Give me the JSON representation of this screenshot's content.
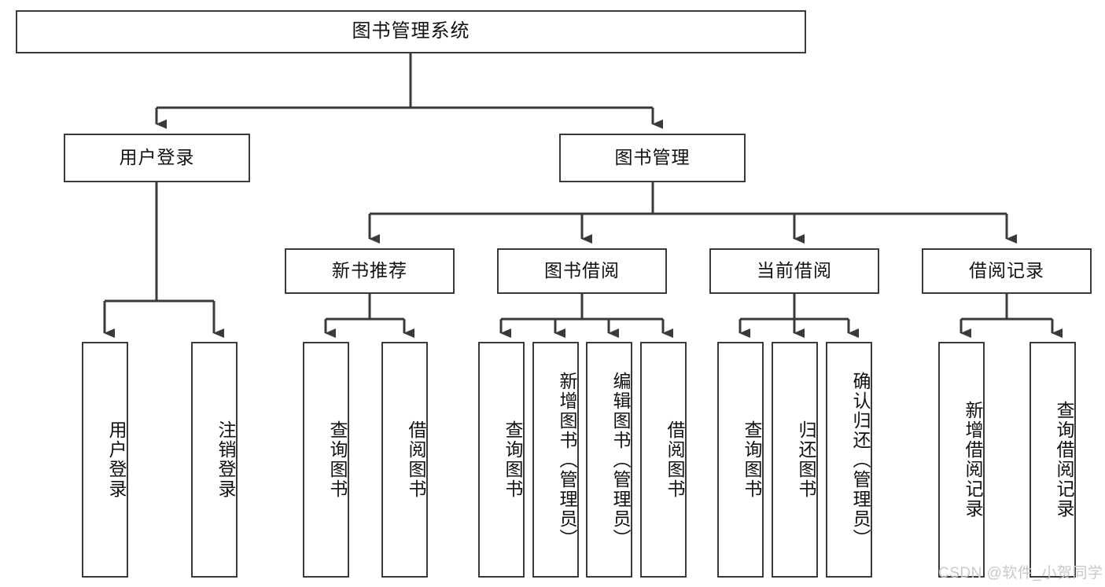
{
  "diagram": {
    "title": "图书管理系统",
    "type": "tree-hierarchy-chart",
    "background_color": "#ffffff",
    "box_border_color": "#3a3a3a",
    "connector_color": "#3a3a3a",
    "root": {
      "label": "图书管理系统"
    },
    "level2": [
      {
        "label": "用户登录"
      },
      {
        "label": "图书管理"
      }
    ],
    "level3": [
      {
        "label": "新书推荐"
      },
      {
        "label": "图书借阅"
      },
      {
        "label": "当前借阅"
      },
      {
        "label": "借阅记录"
      }
    ],
    "leaves": [
      {
        "label": "用户登录"
      },
      {
        "label": "注销登录"
      },
      {
        "label": "查询图书"
      },
      {
        "label": "借阅图书"
      },
      {
        "label": "查询图书"
      },
      {
        "label": "新增图书（管理员）"
      },
      {
        "label": "编辑图书（管理员）"
      },
      {
        "label": "借阅图书"
      },
      {
        "label": "查询图书"
      },
      {
        "label": "归还图书"
      },
      {
        "label": "确认归还（管理员）"
      },
      {
        "label": "新增借阅记录"
      },
      {
        "label": "查询借阅记录"
      }
    ]
  },
  "watermark": {
    "text": "CSDN @软件_小贺同学",
    "color": "#c9c9c9"
  }
}
